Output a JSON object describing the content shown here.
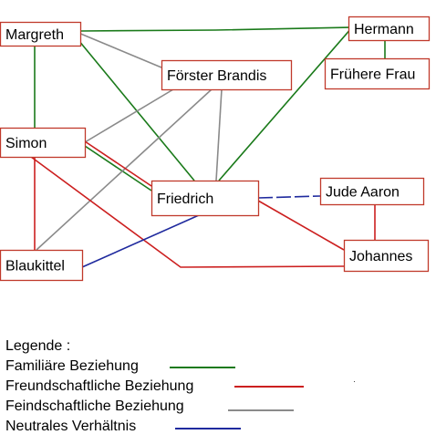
{
  "colors": {
    "familial": "#1a7a1a",
    "friendship": "#cc1f1f",
    "hostile": "#8a8a8a",
    "neutral": "#1f2a9e",
    "box_border": "#c0392b"
  },
  "nodes": [
    {
      "id": "margreth",
      "label": "Margreth"
    },
    {
      "id": "hermann",
      "label": "Hermann"
    },
    {
      "id": "fruehere_frau",
      "label": "Frühere Frau"
    },
    {
      "id": "foerster_brandis",
      "label": "Förster Brandis"
    },
    {
      "id": "simon",
      "label": "Simon"
    },
    {
      "id": "friedrich",
      "label": "Friedrich"
    },
    {
      "id": "jude_aaron",
      "label": "Jude Aaron"
    },
    {
      "id": "johannes",
      "label": "Johannes"
    },
    {
      "id": "blaukittel",
      "label": "Blaukittel"
    }
  ],
  "edges": [
    {
      "from": "margreth",
      "to": "hermann",
      "type": "familial"
    },
    {
      "from": "margreth",
      "to": "simon",
      "type": "familial"
    },
    {
      "from": "margreth",
      "to": "friedrich",
      "type": "familial"
    },
    {
      "from": "hermann",
      "to": "friedrich",
      "type": "familial"
    },
    {
      "from": "hermann",
      "to": "fruehere_frau",
      "type": "familial"
    },
    {
      "from": "simon",
      "to": "friedrich",
      "type": "familial"
    },
    {
      "from": "margreth",
      "to": "foerster_brandis",
      "type": "hostile"
    },
    {
      "from": "simon",
      "to": "foerster_brandis",
      "type": "hostile"
    },
    {
      "from": "foerster_brandis",
      "to": "friedrich",
      "type": "hostile"
    },
    {
      "from": "foerster_brandis",
      "to": "blaukittel",
      "type": "hostile"
    },
    {
      "from": "simon",
      "to": "friedrich",
      "type": "friendship"
    },
    {
      "from": "simon",
      "to": "blaukittel",
      "type": "friendship"
    },
    {
      "from": "simon",
      "to": "johannes",
      "type": "friendship"
    },
    {
      "from": "friedrich",
      "to": "johannes",
      "type": "friendship"
    },
    {
      "from": "jude_aaron",
      "to": "johannes",
      "type": "friendship"
    },
    {
      "from": "friedrich",
      "to": "jude_aaron",
      "type": "neutral"
    },
    {
      "from": "friedrich",
      "to": "blaukittel",
      "type": "neutral"
    }
  ],
  "legend": {
    "title": "Legende :",
    "items": [
      {
        "type": "familial",
        "label": "Familiäre Beziehung"
      },
      {
        "type": "friendship",
        "label": "Freundschaftliche Beziehung"
      },
      {
        "type": "hostile",
        "label": "Feindschaftliche Beziehung"
      },
      {
        "type": "neutral",
        "label": "Neutrales Verhältnis"
      }
    ]
  }
}
